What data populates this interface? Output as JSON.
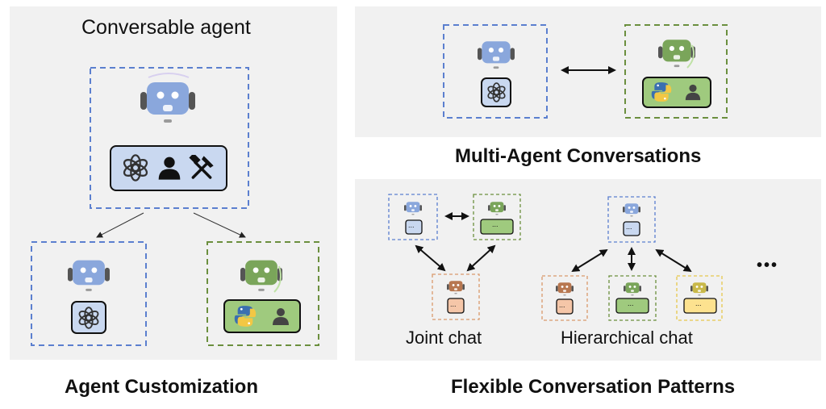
{
  "left_panel": {
    "title": "Conversable agent",
    "caption": "Agent Customization"
  },
  "top_right_panel": {
    "caption": "Multi-Agent Conversations"
  },
  "bottom_right_panel": {
    "caption": "Flexible Conversation Patterns",
    "joint_label": "Joint chat",
    "hier_label": "Hierarchical chat",
    "more": "•••",
    "box_text": "..."
  },
  "colors": {
    "panel_bg": "#f1f1f1",
    "blue_agent": "#8aa7dc",
    "blue_box": "#c9d8f0",
    "blue_dash": "#5b7fcf",
    "green_agent": "#7aa55a",
    "green_box": "#9fca7e",
    "green_dash": "#6b8f3e",
    "orange_agent": "#b77750",
    "orange_box": "#f5c6a8",
    "orange_dash": "#d99a6c",
    "yellow_agent": "#c9b94a",
    "yellow_box": "#fde28f",
    "yellow_dash": "#e6c84d"
  },
  "icons": [
    "openai-icon",
    "human-icon",
    "tools-icon",
    "python-icon",
    "robot-icon"
  ]
}
